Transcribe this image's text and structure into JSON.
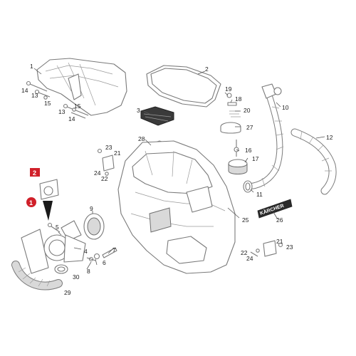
{
  "diagram": {
    "labels": [
      {
        "id": "1",
        "text": "1"
      },
      {
        "id": "2",
        "text": "2"
      },
      {
        "id": "3",
        "text": "3"
      },
      {
        "id": "4",
        "text": "4"
      },
      {
        "id": "5",
        "text": "5"
      },
      {
        "id": "6",
        "text": "6"
      },
      {
        "id": "7",
        "text": "7"
      },
      {
        "id": "8",
        "text": "8"
      },
      {
        "id": "9",
        "text": "9"
      },
      {
        "id": "10",
        "text": "10"
      },
      {
        "id": "11",
        "text": "11"
      },
      {
        "id": "12",
        "text": "12"
      },
      {
        "id": "13a",
        "text": "13"
      },
      {
        "id": "13b",
        "text": "13"
      },
      {
        "id": "14a",
        "text": "14"
      },
      {
        "id": "14b",
        "text": "14"
      },
      {
        "id": "15a",
        "text": "15"
      },
      {
        "id": "15b",
        "text": "15"
      },
      {
        "id": "16",
        "text": "16"
      },
      {
        "id": "17",
        "text": "17"
      },
      {
        "id": "18",
        "text": "18"
      },
      {
        "id": "19",
        "text": "19"
      },
      {
        "id": "20",
        "text": "20"
      },
      {
        "id": "21a",
        "text": "21"
      },
      {
        "id": "21b",
        "text": "21"
      },
      {
        "id": "22a",
        "text": "22"
      },
      {
        "id": "22b",
        "text": "22"
      },
      {
        "id": "23a",
        "text": "23"
      },
      {
        "id": "23b",
        "text": "23"
      },
      {
        "id": "24a",
        "text": "24"
      },
      {
        "id": "24b",
        "text": "24"
      },
      {
        "id": "25",
        "text": "25"
      },
      {
        "id": "26",
        "text": "26"
      },
      {
        "id": "27",
        "text": "27"
      },
      {
        "id": "28",
        "text": "28"
      },
      {
        "id": "29",
        "text": "29"
      },
      {
        "id": "30",
        "text": "30"
      }
    ],
    "badges": [
      {
        "id": "badge-1",
        "text": "1",
        "color": "#d0202a"
      },
      {
        "id": "badge-2",
        "text": "2",
        "color": "#d0202a"
      }
    ],
    "brand_plate": "KÄRCHER",
    "colors": {
      "line": "#7a7a7a",
      "accent": "#d0202a",
      "dark": "#3a3a3a"
    }
  }
}
